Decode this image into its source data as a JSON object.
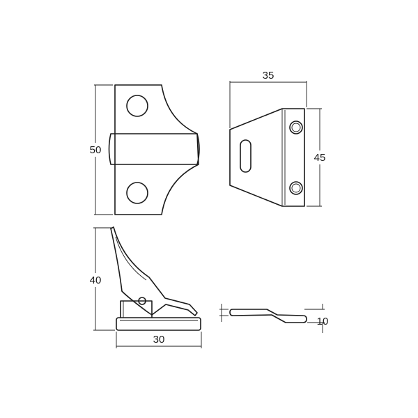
{
  "dimensions": {
    "front_height": "50",
    "side_width": "35",
    "side_height": "45",
    "latch_height": "40",
    "latch_width": "30",
    "keeper_height": "10"
  },
  "colors": {
    "line": "#1a1a1a",
    "background": "#ffffff"
  }
}
